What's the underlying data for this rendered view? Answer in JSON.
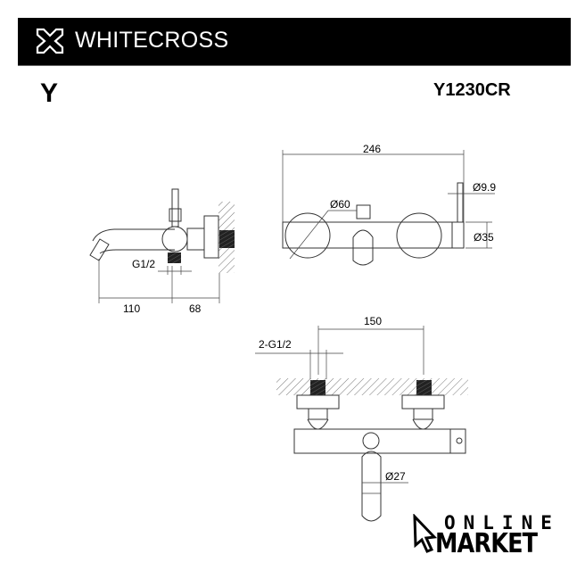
{
  "header": {
    "brand": "WHITECROSS"
  },
  "title": {
    "series": "Y",
    "model": "Y1230CR"
  },
  "side_view": {
    "thread": "G1/2",
    "dim_spout": "110",
    "dim_wall": "68"
  },
  "front_view": {
    "dim_width": "246",
    "dim_flange": "Ø60",
    "dim_lever": "Ø9.9",
    "dim_body": "Ø35"
  },
  "bottom_view": {
    "dim_centers": "150",
    "thread": "2-G1/2",
    "dim_spout": "Ø27"
  },
  "watermark": {
    "line1": "ONLINE",
    "line2": "MARKET"
  }
}
